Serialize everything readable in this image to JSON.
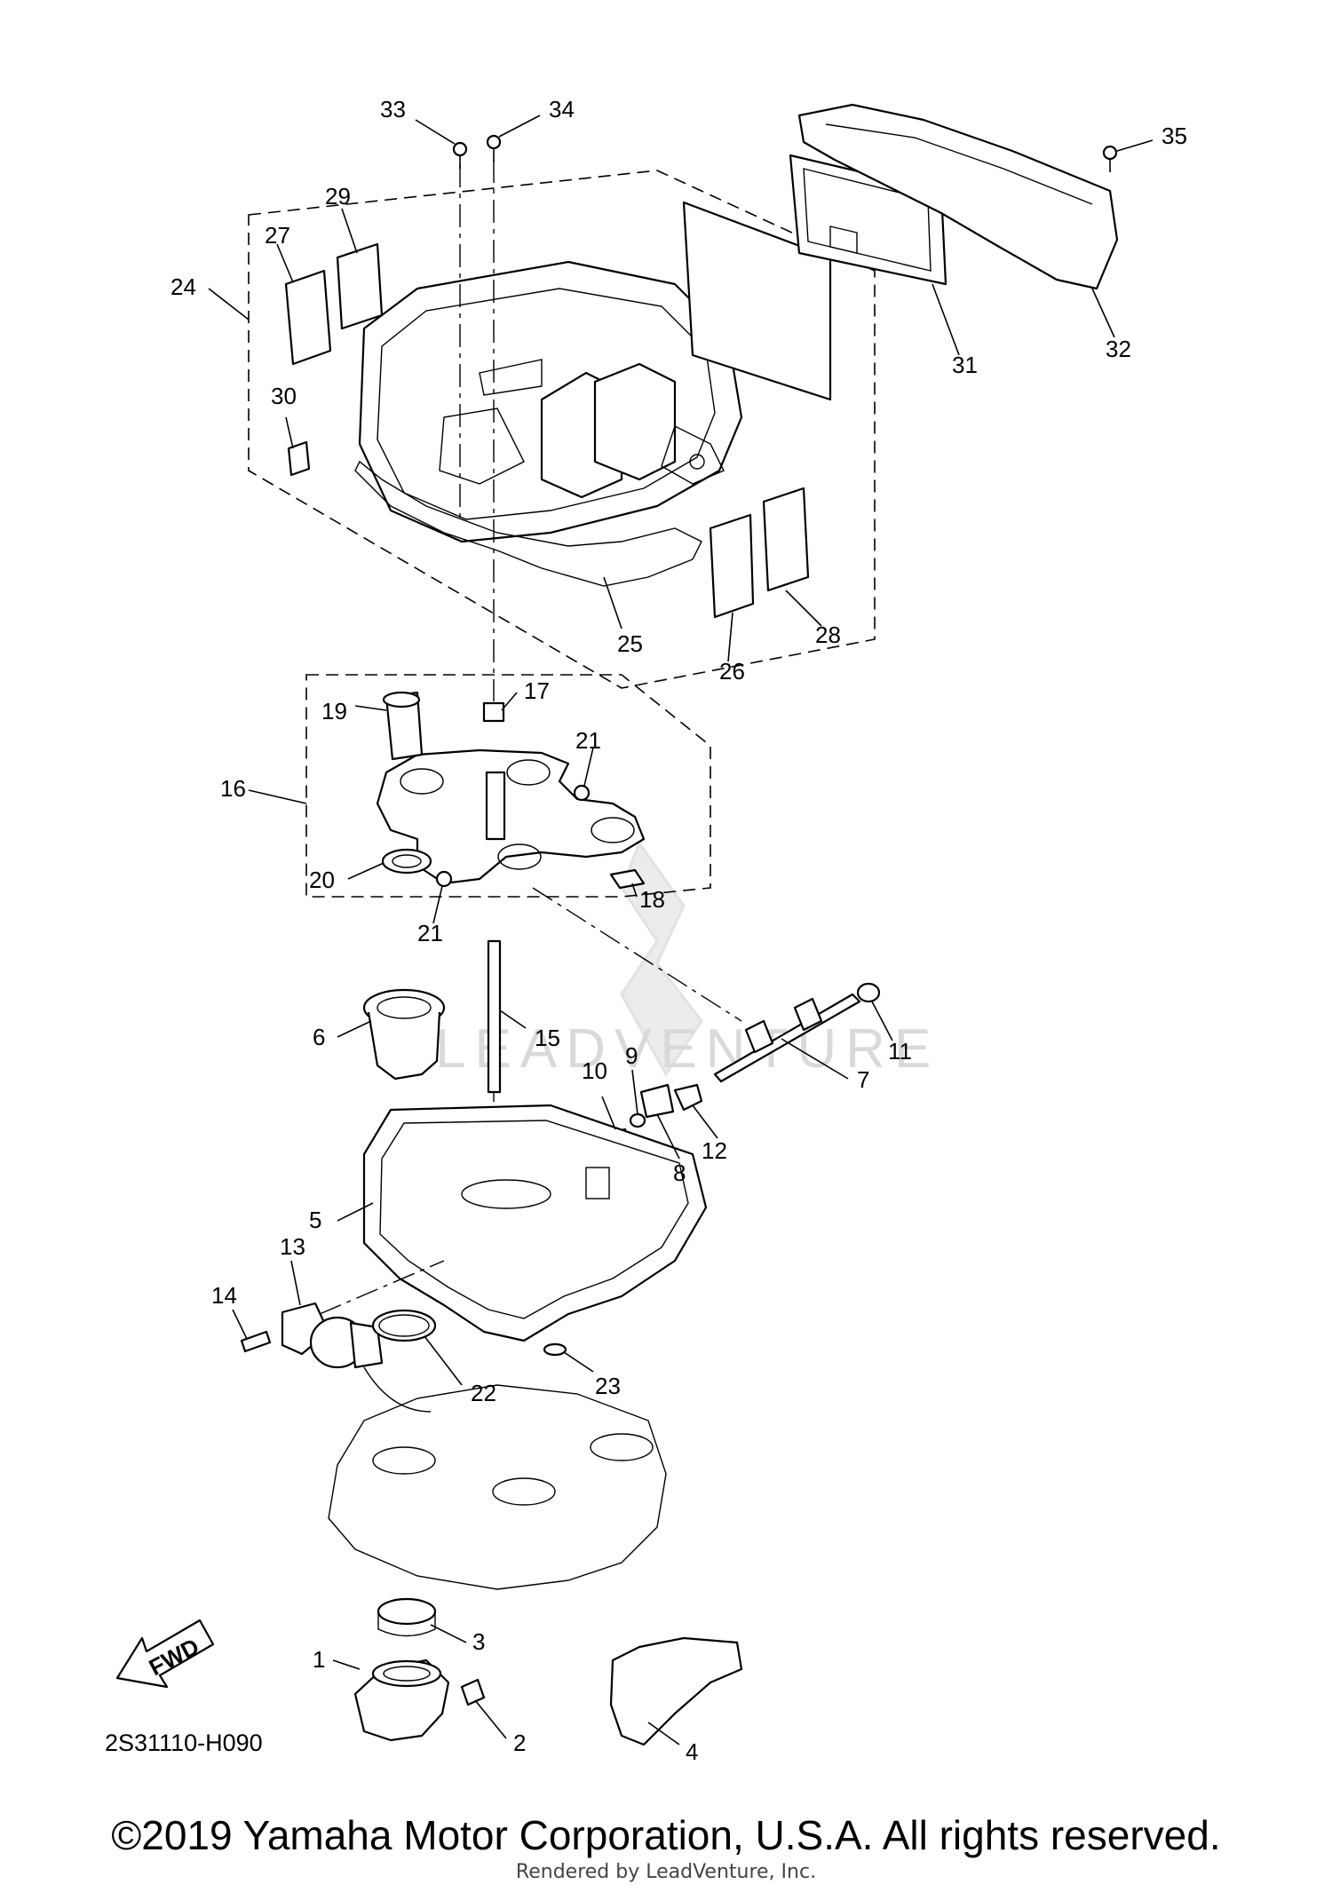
{
  "diagram": {
    "callouts": [
      "1",
      "2",
      "3",
      "4",
      "5",
      "6",
      "7",
      "8",
      "9",
      "10",
      "11",
      "12",
      "13",
      "14",
      "15",
      "16",
      "17",
      "18",
      "19",
      "20",
      "21",
      "21",
      "22",
      "23",
      "24",
      "25",
      "26",
      "27",
      "28",
      "29",
      "30",
      "31",
      "32",
      "33",
      "34",
      "35"
    ],
    "fwd_label": "FWD",
    "diagram_code": "2S31110-H090",
    "watermark": "LEADVENTURE"
  },
  "footer": {
    "copyright": "©2019 Yamaha Motor Corporation, U.S.A. All rights reserved.",
    "rendered_by": "Rendered by LeadVenture, Inc."
  }
}
